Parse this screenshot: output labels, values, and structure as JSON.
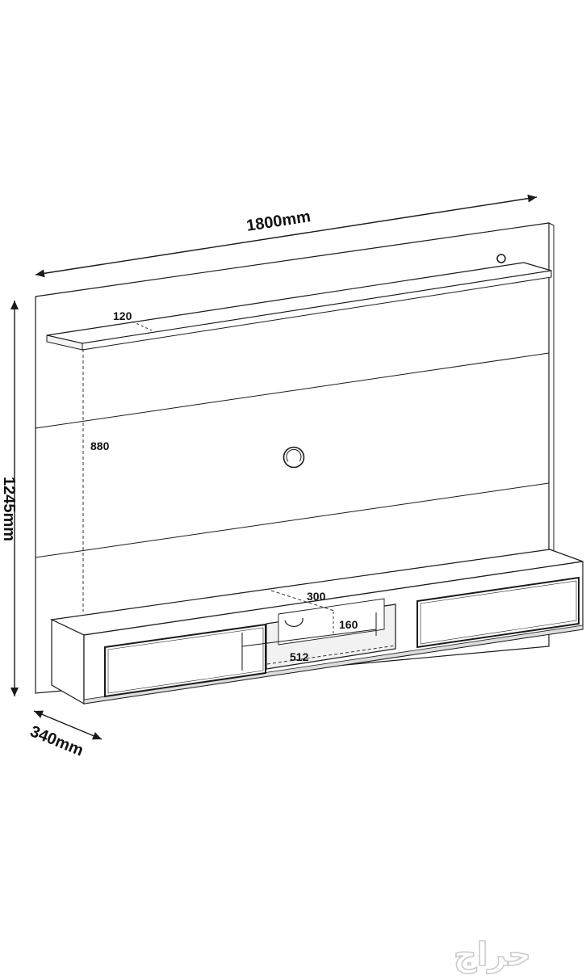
{
  "dimensions": {
    "width": "1800mm",
    "height": "1245mm",
    "depth": "340mm",
    "shelf_depth": "120",
    "shelf_height": "880",
    "niche_depth": "300",
    "niche_height": "160",
    "niche_width": "512"
  },
  "watermark": {
    "text": "حراج"
  },
  "colors": {
    "line": "#1a1a1a",
    "dash": "#333333",
    "shade": "#e6e6e6",
    "watermark_stroke": "#c9c9c9"
  }
}
